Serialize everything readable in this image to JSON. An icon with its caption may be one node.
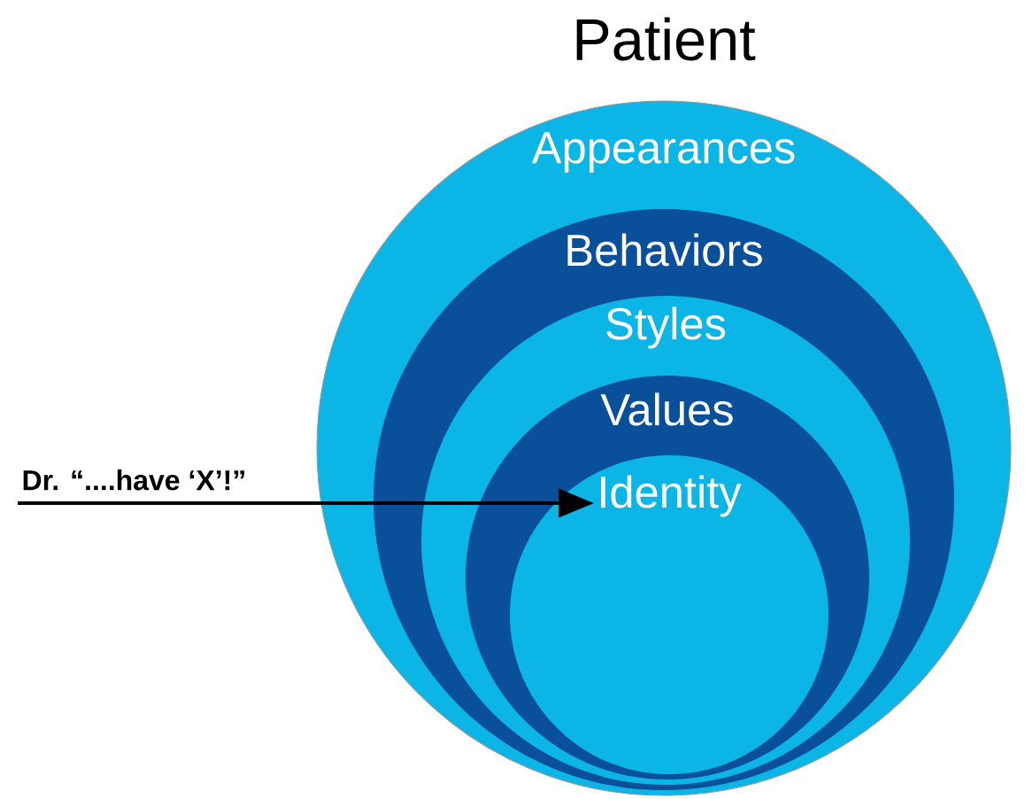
{
  "diagram": {
    "nodes": [
      {
        "text": [
          "Patient",
          "Appearances"
        ]
      },
      {
        "text": [
          "Behaviors"
        ],
        "in": 0
      },
      {
        "text": [
          "Styles"
        ],
        "in": 1
      },
      {
        "text": [
          "Values"
        ],
        "in": 2
      },
      {
        "text": [
          "Identity"
        ],
        "in": 3
      },
      {
        "text": [
          "Dr. “....have ‘X’!”"
        ]
      }
    ],
    "edges": [
      {
        "from": 5,
        "to": 4,
        "arrow": "to"
      }
    ]
  }
}
